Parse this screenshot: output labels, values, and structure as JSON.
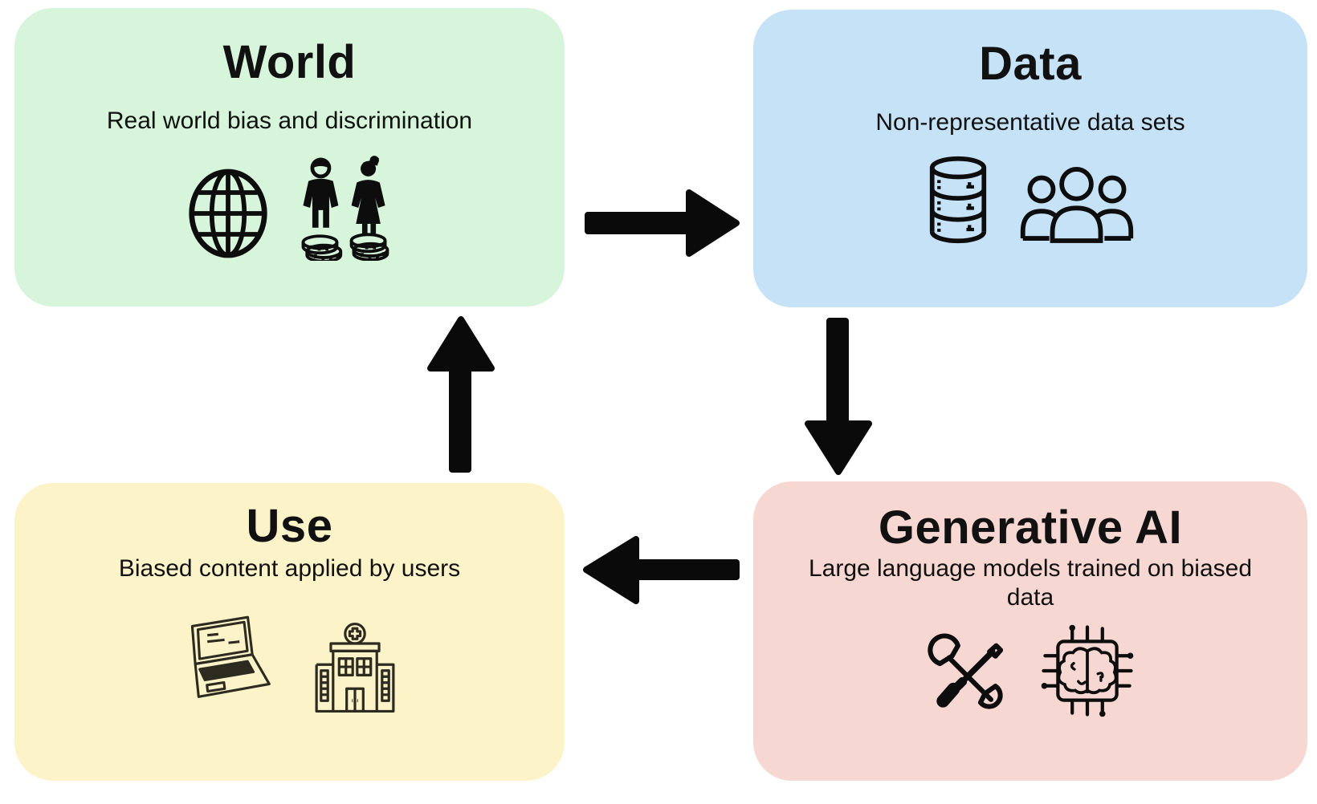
{
  "colors": {
    "canvas_bg": "#ffffff",
    "text": "#111111",
    "arrow": "#0a0a0a",
    "world_bg": "#d6f5da",
    "data_bg": "#c5e2f7",
    "use_bg": "#fdf3c8",
    "genai_bg": "#f7d7d1"
  },
  "nodes": {
    "world": {
      "title": "World",
      "subtitle": "Real world bias and discrimination",
      "icons": [
        "globe-icon",
        "gender-pay-gap-icon"
      ]
    },
    "data": {
      "title": "Data",
      "subtitle": "Non-representative data sets",
      "icons": [
        "database-icon",
        "people-group-icon"
      ]
    },
    "genai": {
      "title": "Generative AI",
      "subtitle": "Large language models trained on biased data",
      "icons": [
        "wrench-screwdriver-icon",
        "ai-chip-brain-icon"
      ]
    },
    "use": {
      "title": "Use",
      "subtitle": "Biased content applied by users",
      "icons": [
        "laptop-icon",
        "hospital-icon"
      ]
    }
  },
  "arrows": [
    {
      "name": "arrow-world-to-data",
      "from": "World",
      "to": "Data",
      "direction": "right"
    },
    {
      "name": "arrow-data-to-genai",
      "from": "Data",
      "to": "Generative AI",
      "direction": "down"
    },
    {
      "name": "arrow-genai-to-use",
      "from": "Generative AI",
      "to": "Use",
      "direction": "left"
    },
    {
      "name": "arrow-use-to-world",
      "from": "Use",
      "to": "World",
      "direction": "up"
    }
  ]
}
